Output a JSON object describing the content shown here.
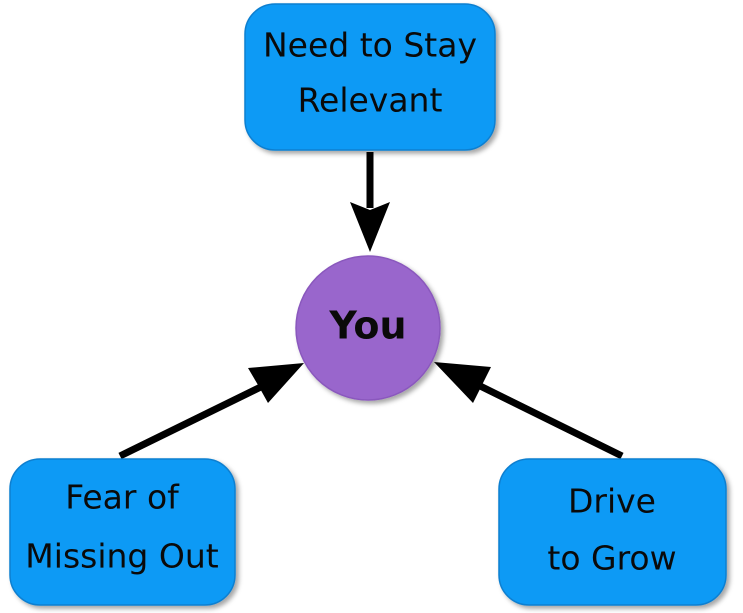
{
  "nodes": {
    "top": {
      "lines": [
        "Need to Stay",
        "Relevant"
      ]
    },
    "left": {
      "lines": [
        "Fear of",
        "Missing Out"
      ]
    },
    "right": {
      "lines": [
        "Drive",
        "to Grow"
      ]
    },
    "center": {
      "label": "You"
    }
  },
  "colors": {
    "box_fill": "#0a9af5",
    "center_fill": "#9966cc",
    "arrow": "#000000",
    "text": "#0a0a0a"
  }
}
